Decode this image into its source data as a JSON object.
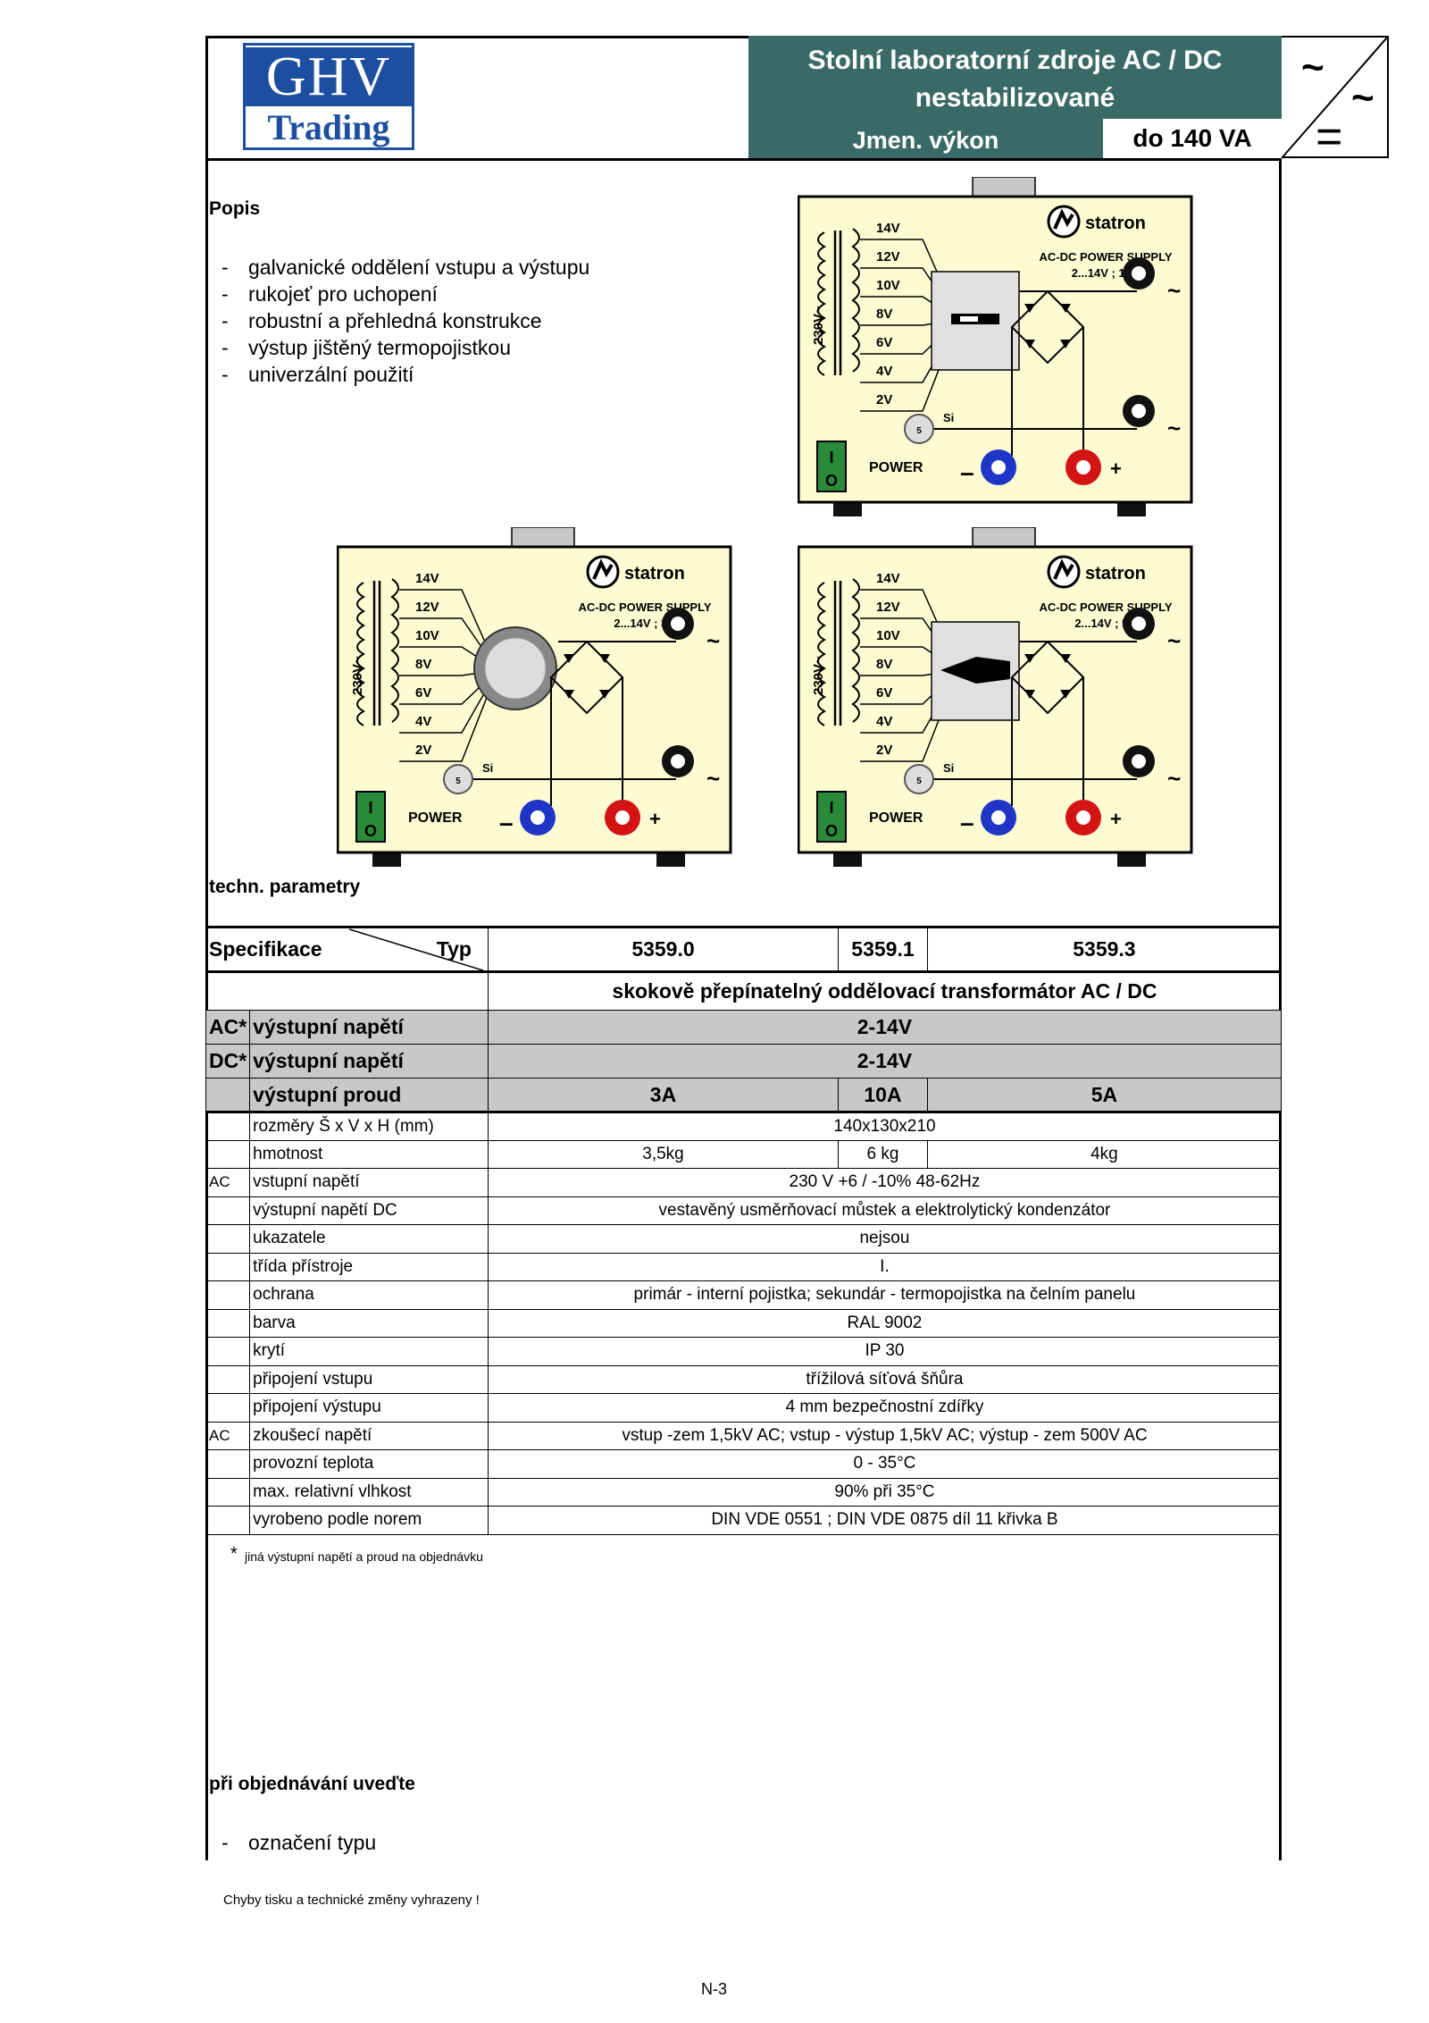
{
  "header": {
    "logo_line1": "GHV",
    "logo_line2": "Trading",
    "title_line1": "Stolní laboratorní zdroje AC / DC",
    "title_line2": "nestabilizované",
    "power_label": "Jmen. výkon",
    "power_value": "do 140 VA",
    "symbol_tilde": "~",
    "symbol_dc": "="
  },
  "description": {
    "heading": "Popis",
    "items": [
      "galvanické oddělení vstupu a výstupu",
      "rukojeť pro uchopení",
      "robustní a přehledná konstrukce",
      "výstup jištěný termopojistkou",
      "univerzální použití"
    ]
  },
  "devices": [
    {
      "model": "AC-DC POWER SUPPLY",
      "rating": "2...14V ; 10A",
      "selector": "rotary-switch"
    },
    {
      "model": "AC-DC POWER SUPPLY",
      "rating": "2...14V ; 3A",
      "selector": "knob"
    },
    {
      "model": "AC-DC POWER SUPPLY",
      "rating": "2...14V ; 5A",
      "selector": "pointer-switch"
    }
  ],
  "device_labels": {
    "brand": "statron",
    "taps": [
      "14V",
      "12V",
      "10V",
      "8V",
      "6V",
      "4V",
      "2V"
    ],
    "input": "230V~",
    "fuse": "Si",
    "fuse_mark": "5",
    "power": "POWER",
    "minus": "–",
    "plus": "+",
    "ac": "~",
    "switch_on": "I",
    "switch_off": "O"
  },
  "tech_heading": "techn. parametry",
  "spec": {
    "head_left": "Specifikace",
    "head_typ": "Typ",
    "models": [
      "5359.0",
      "5359.1",
      "5359.3"
    ],
    "subtitle": "skokově přepínatelný oddělovací transformátor AC / DC",
    "gray_rows": [
      {
        "tag": "AC*",
        "label": "výstupní napětí",
        "value": "2-14V"
      },
      {
        "tag": "DC*",
        "label": "výstupní napětí",
        "value": "2-14V"
      }
    ],
    "current": {
      "label": "výstupní proud",
      "values": [
        "3A",
        "10A",
        "5A"
      ]
    },
    "dims": {
      "label": "rozměry  Š x V x H  (mm)",
      "value": "140x130x210"
    },
    "weight": {
      "label": "hmotnost",
      "values": [
        "3,5kg",
        "6 kg",
        "4kg"
      ]
    },
    "rows": [
      {
        "tag": "AC",
        "label": "vstupní napětí",
        "value": "230 V  +6 / -10%  48-62Hz"
      },
      {
        "tag": "",
        "label": "výstupní napětí DC",
        "value": "vestavěný usměrňovací můstek a elektrolytický kondenzátor"
      },
      {
        "tag": "",
        "label": "ukazatele",
        "value": "nejsou"
      },
      {
        "tag": "",
        "label": "třída přístroje",
        "value": "I."
      },
      {
        "tag": "",
        "label": "ochrana",
        "value": "primár - interní pojistka; sekundár - termopojistka na čelním panelu"
      },
      {
        "tag": "",
        "label": "barva",
        "value": "RAL 9002"
      },
      {
        "tag": "",
        "label": "krytí",
        "value": "IP 30"
      },
      {
        "tag": "",
        "label": "připojení vstupu",
        "value": "třížilová síťová šňůra"
      },
      {
        "tag": "",
        "label": "připojení výstupu",
        "value": "4 mm bezpečnostní zdířky"
      },
      {
        "tag": "AC",
        "label": "zkoušecí napětí",
        "value": "vstup -zem  1,5kV AC; vstup - výstup 1,5kV AC; výstup - zem 500V AC"
      },
      {
        "tag": "",
        "label": "provozní teplota",
        "value": "0    -    35°C"
      },
      {
        "tag": "",
        "label": "max. relativní vlhkost",
        "value": "90%  při  35°C"
      },
      {
        "tag": "",
        "label": "vyrobeno podle norem",
        "value": "DIN VDE 0551 ; DIN VDE 0875 díl 11 křivka B"
      }
    ]
  },
  "footnote_star": "*",
  "footnote": "jiná výstupní napětí a proud na objednávku",
  "order": {
    "heading": "při objednávání uveďte",
    "items": [
      "označení typu"
    ]
  },
  "disclaimer": "Chyby tisku a technické změny vyhrazeny !",
  "page_number": "N-3",
  "colors": {
    "header_bg": "#3a6a68",
    "logo_blue": "#1d4fa0",
    "panel_bg": "#fcfbd2",
    "gray_row": "#c8c8c8"
  }
}
